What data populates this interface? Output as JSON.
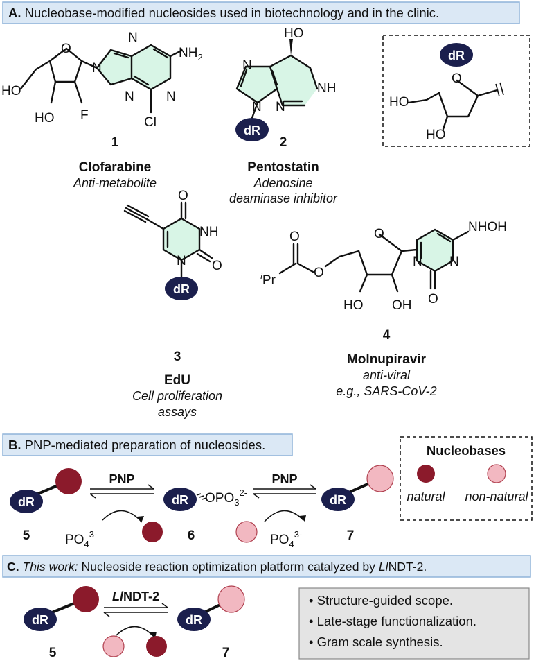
{
  "section_a": {
    "letter": "A.",
    "title": " Nucleobase-modified nucleosides used in biotechnology and in the clinic."
  },
  "section_b": {
    "letter": "B.",
    "title": " PNP-mediated preparation of nucleosides."
  },
  "section_c": {
    "letter": "C.",
    "italic": " This work:",
    "title_mid": " Nucleoside reaction optimization platform catalyzed by ",
    "enzyme_italic": "Ll",
    "enzyme_rest": "NDT-2."
  },
  "labels": {
    "dR": "dR",
    "HO": "HO",
    "OH": "OH",
    "F": "F",
    "Cl": "Cl",
    "N": "N",
    "NH": "NH",
    "NH2": "NH",
    "sub2": "2",
    "O": "O",
    "NHOH": "NHOH",
    "iPr_sup": "i",
    "iPr": "Pr"
  },
  "compounds": [
    {
      "number": "1",
      "name": "Clofarabine",
      "desc": [
        "Anti-metabolite"
      ]
    },
    {
      "number": "2",
      "name": "Pentostatin",
      "desc": [
        "Adenosine",
        "deaminase inhibitor"
      ]
    },
    {
      "number": "3",
      "name": "EdU",
      "desc": [
        "Cell proliferation",
        "assays"
      ]
    },
    {
      "number": "4",
      "name": "Molnupiravir",
      "desc": [
        "anti-viral",
        "e.g., SARS-CoV-2"
      ]
    }
  ],
  "pnp_scheme": {
    "enzyme": "PNP",
    "phosphate": "PO",
    "phosphate_sub": "4",
    "phosphate_sup": "3-",
    "sugar_phosphate": "OPO",
    "sugar_phosphate_sub": "3",
    "sugar_phosphate_sup": "2-",
    "compound_numbers": [
      "5",
      "6",
      "7"
    ]
  },
  "legend": {
    "title": "Nucleobases",
    "natural": "natural",
    "non_natural": "non-natural"
  },
  "this_work": {
    "enzyme_italic": "Ll",
    "enzyme_rest": "NDT-2",
    "compound_numbers": [
      "5",
      "7"
    ],
    "bullets": [
      "Structure-guided scope.",
      "Late-stage functionalization.",
      "Gram scale synthesis."
    ]
  },
  "colors": {
    "header_bg": "#dbe8f5",
    "header_border": "#8fb3d9",
    "dR_fill": "#1b1f4d",
    "natural_fill": "#8b1a2b",
    "non_natural_fill": "#f2b8c1",
    "non_natural_stroke": "#b0404f",
    "highlight_fill": "#d8f5e6",
    "bullet_box_bg": "#e4e4e4"
  }
}
